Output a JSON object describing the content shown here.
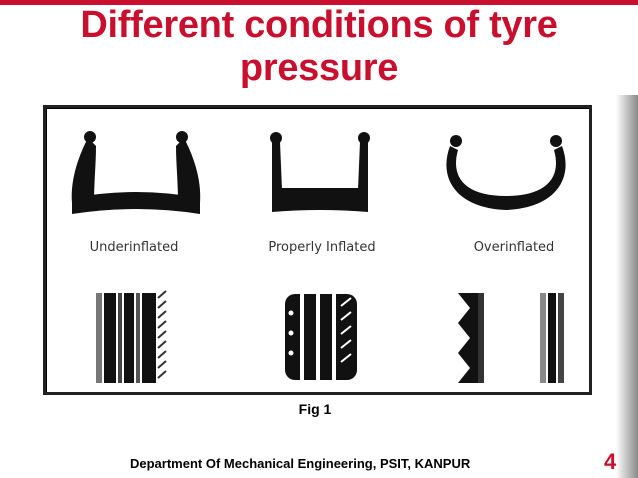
{
  "slide": {
    "title": "Different conditions of tyre pressure",
    "accent_color": "#c8102e"
  },
  "figure": {
    "labels": {
      "under": "Underinflated",
      "proper": "Properly Inflated",
      "over": "Overinflated"
    },
    "caption": "Fig 1"
  },
  "footer": {
    "department": "Department Of Mechanical Engineering, PSIT, KANPUR",
    "page_number": "4"
  }
}
